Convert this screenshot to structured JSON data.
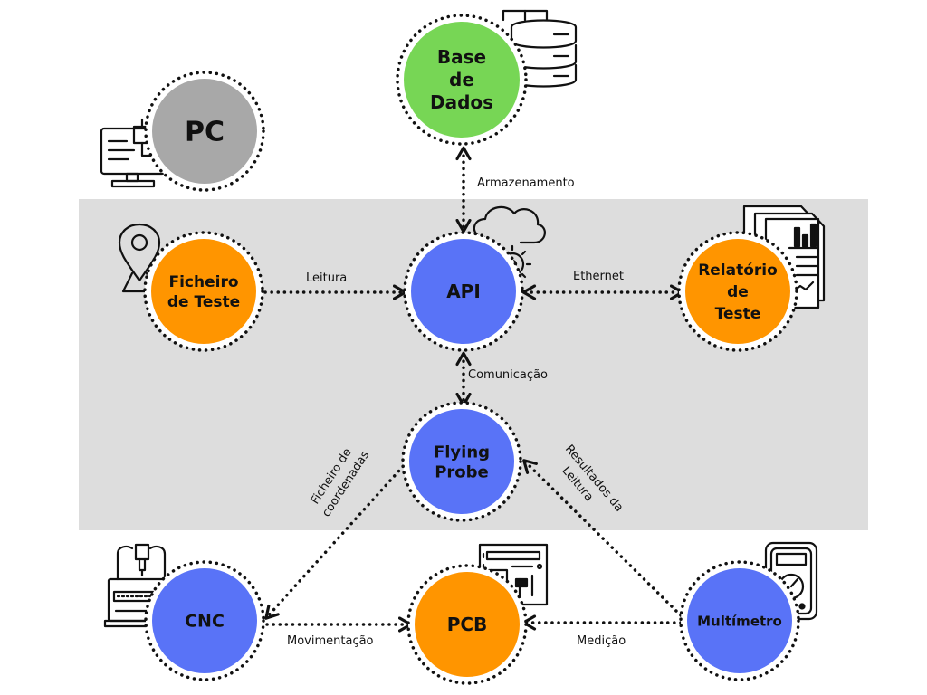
{
  "colors": {
    "band": "#dddddd",
    "green": "#77d655",
    "gray": "#a8a8a8",
    "orange": "#ff9500",
    "blue": "#5973f7",
    "ink": "#111111"
  },
  "nodes": {
    "base_dados": {
      "lines": [
        "Base",
        "de",
        "Dados"
      ],
      "color": "green",
      "icon": "database-icon"
    },
    "pc": {
      "lines": [
        "PC"
      ],
      "color": "gray",
      "icon": "computer-circuit-icon"
    },
    "ficheiro": {
      "lines": [
        "Ficheiro",
        "de Teste"
      ],
      "color": "orange",
      "icon": "map-pin-icon"
    },
    "api": {
      "lines": [
        "API"
      ],
      "color": "blue",
      "icon": "cloud-gear-icon"
    },
    "relatorio": {
      "lines": [
        "Relatório",
        "de",
        "Teste"
      ],
      "color": "orange",
      "icon": "report-chart-icon"
    },
    "flying": {
      "lines": [
        "Flying",
        "Probe"
      ],
      "color": "blue",
      "icon": ""
    },
    "cnc": {
      "lines": [
        "CNC"
      ],
      "color": "blue",
      "icon": "cnc-machine-icon"
    },
    "pcb": {
      "lines": [
        "PCB"
      ],
      "color": "orange",
      "icon": "circuit-board-icon"
    },
    "multimetro": {
      "lines": [
        "Multímetro"
      ],
      "color": "blue",
      "icon": "multimeter-icon"
    }
  },
  "edges": {
    "armazenamento": "Armazenamento",
    "leitura": "Leitura",
    "ethernet": "Ethernet",
    "comunicacao": "Comunicação",
    "ficheiro_coordenadas_1": "Ficheiro de",
    "ficheiro_coordenadas_2": "coordenadas",
    "resultados_1": "Resultados da",
    "resultados_2": "Leitura",
    "movimentacao": "Movimentação",
    "medicao": "Medição"
  }
}
